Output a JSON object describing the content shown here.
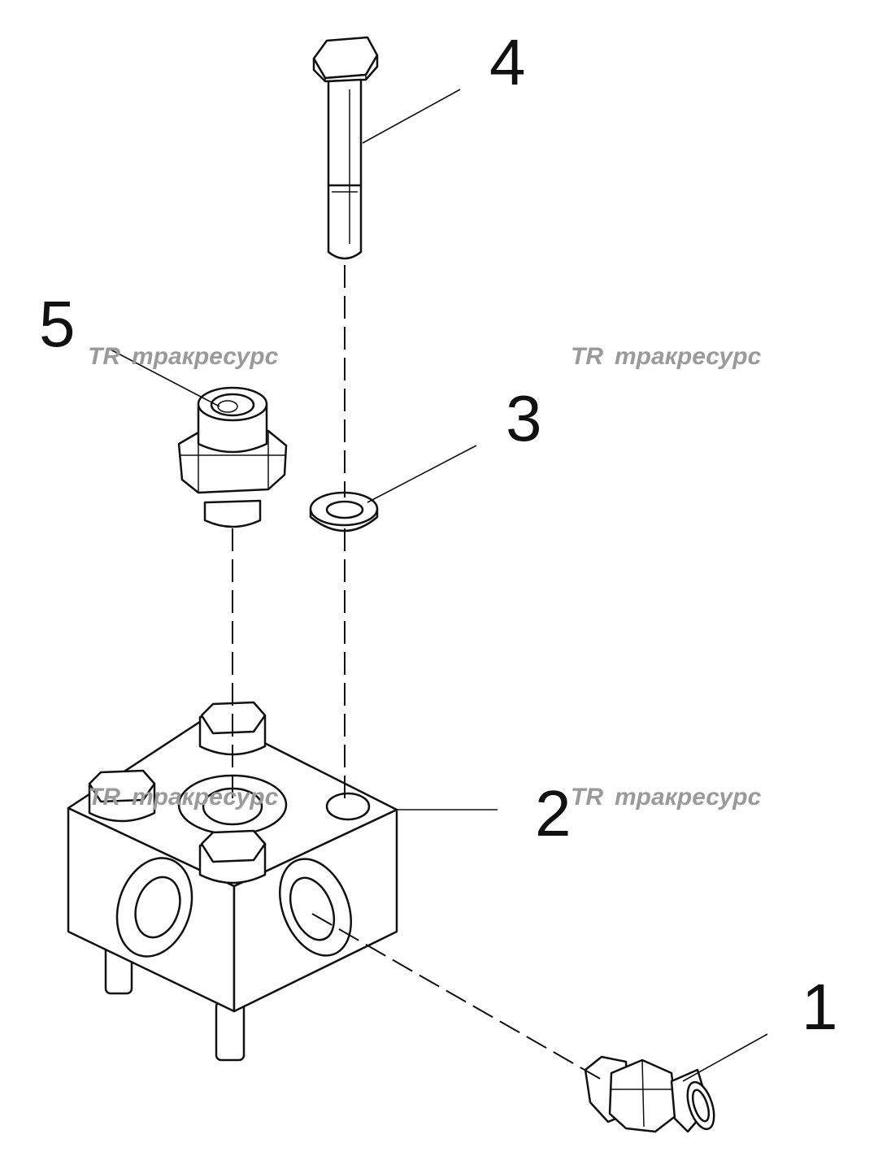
{
  "callouts": {
    "c1": "1",
    "c2": "2",
    "c3": "3",
    "c4": "4",
    "c5": "5"
  },
  "watermarks": [
    {
      "logo": "TR",
      "text": "тракресурс"
    },
    {
      "logo": "TR",
      "text": "тракресурс"
    },
    {
      "logo": "TR",
      "text": "тракресурс"
    },
    {
      "logo": "TR",
      "text": "тракресурс"
    }
  ],
  "colors": {
    "line": "#111111",
    "watermark": "#9a9a9a",
    "background": "#ffffff"
  }
}
